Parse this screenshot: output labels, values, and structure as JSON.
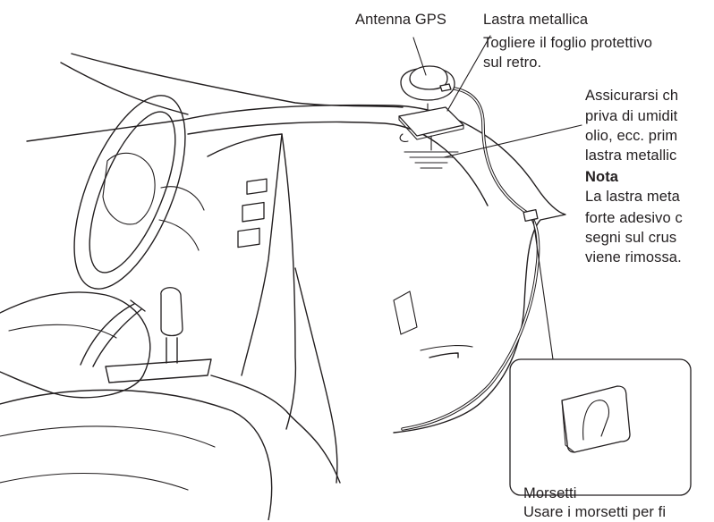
{
  "labels": {
    "antenna": "Antenna GPS",
    "plate_title": "Lastra metallica",
    "plate_line1": "Togliere il foglio protettivo",
    "plate_line2": "sul retro.",
    "moisture_line1": "Assicurarsi ch",
    "moisture_line2": "priva di umidit",
    "moisture_line3": "olio, ecc. prim",
    "moisture_line4": "lastra metallic",
    "note_title": "Nota",
    "note_line1": "La lastra meta",
    "note_line2": "forte adesivo c",
    "note_line3": "segni sul crus",
    "note_line4": "viene rimossa.",
    "clamps_title": "Morsetti",
    "clamps_line1": "Usare i morsetti per fi"
  }
}
